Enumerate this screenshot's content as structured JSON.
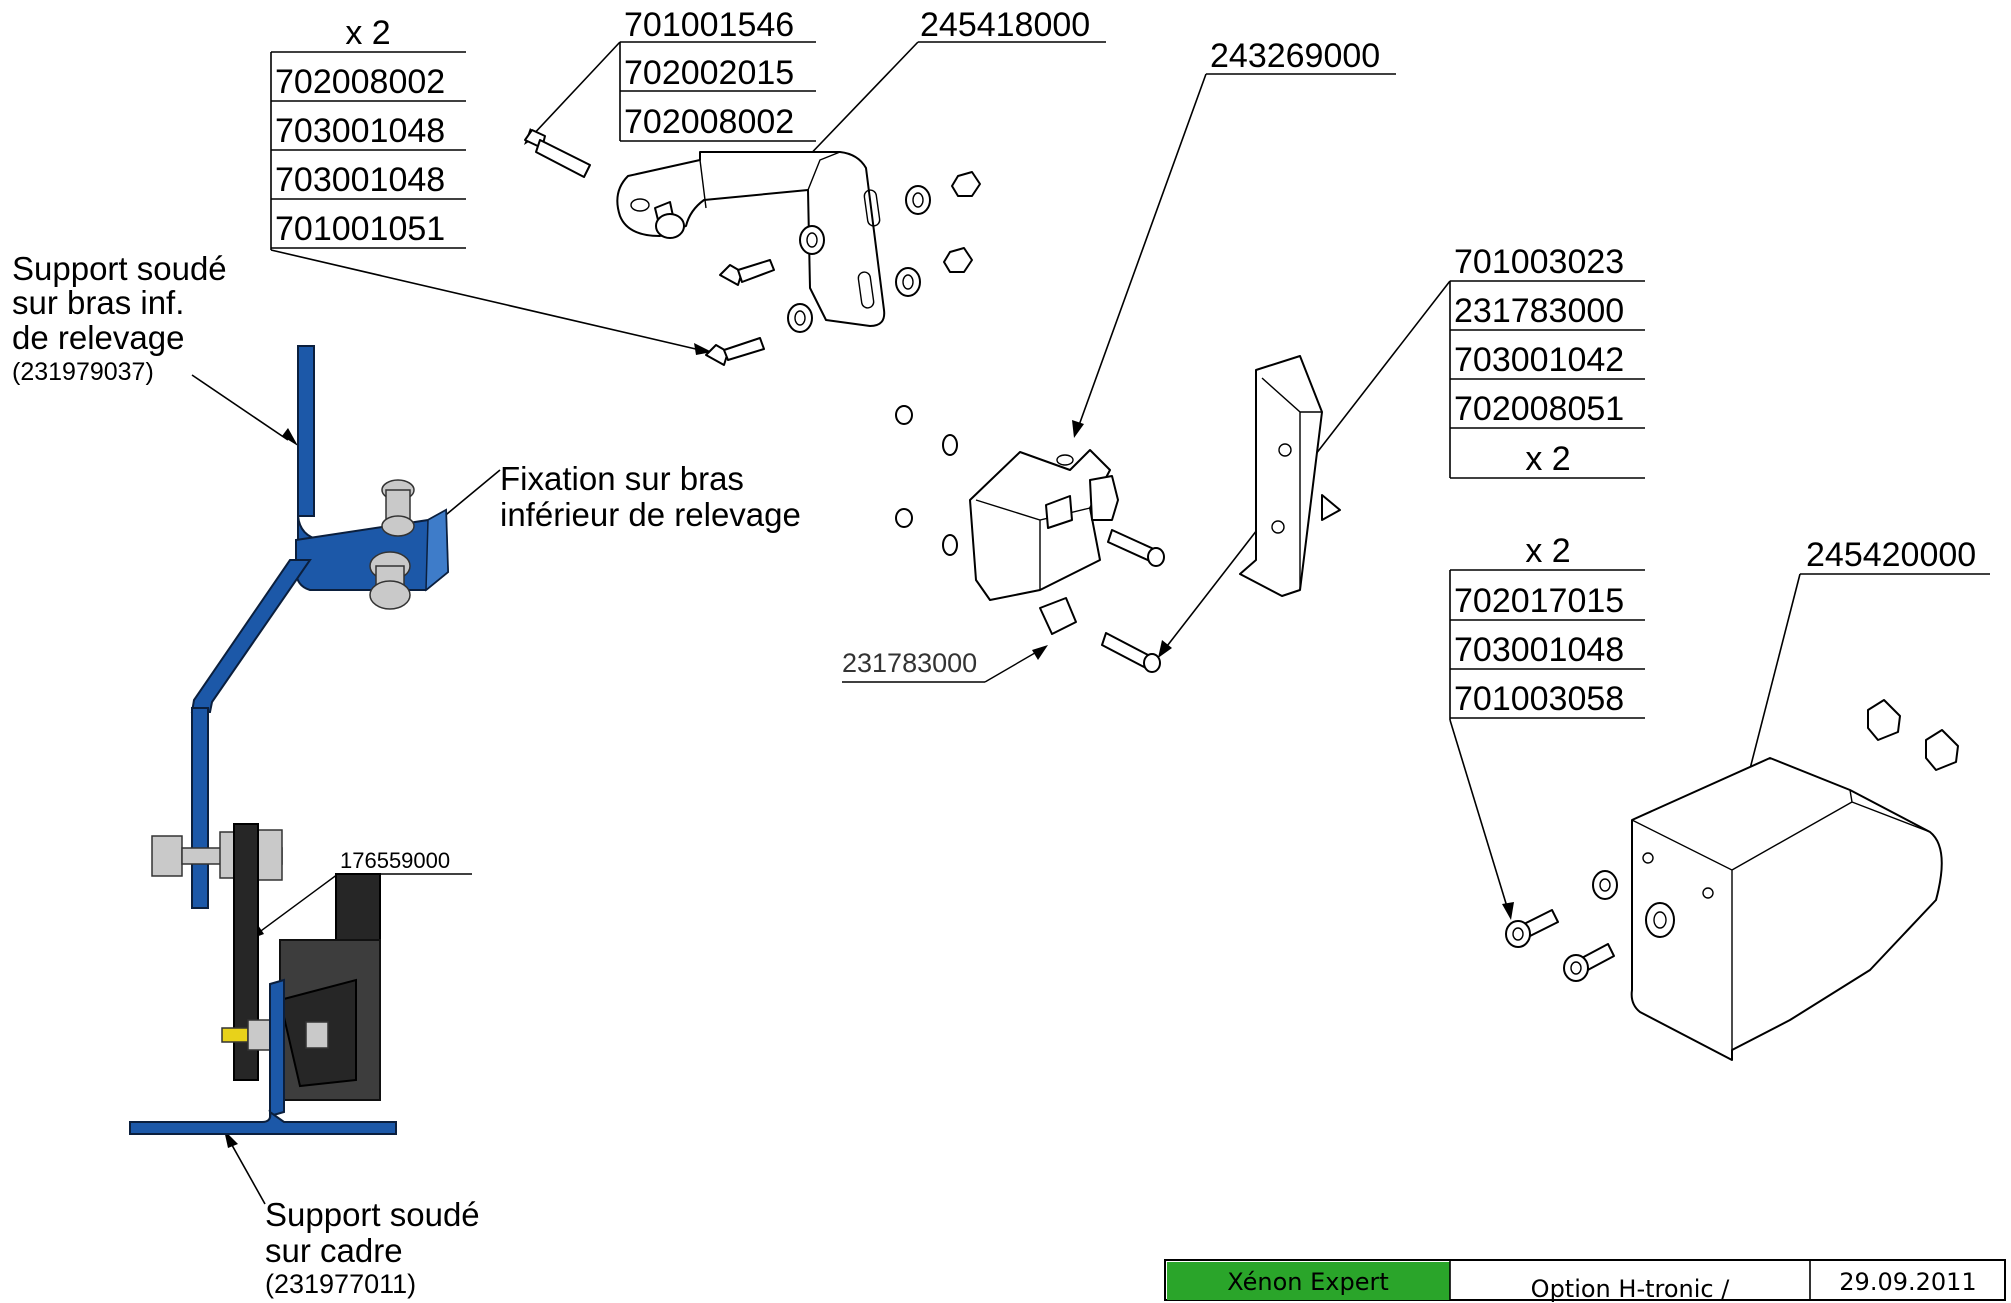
{
  "bom_tables": {
    "table_a": {
      "qty": "x 2",
      "items": [
        "702008002",
        "703001048",
        "703001048",
        "701001051"
      ]
    },
    "table_b": {
      "items": [
        "701001546",
        "702002015",
        "702008002"
      ]
    },
    "table_c": {
      "items": [
        "701003023",
        "231783000",
        "703001042",
        "702008051"
      ],
      "qty": "x 2"
    },
    "table_d": {
      "qty": "x 2",
      "items": [
        "702017015",
        "703001048",
        "701003058"
      ]
    }
  },
  "part_labels": {
    "bracket": "245418000",
    "sensor": "243269000",
    "cover": "245420000",
    "plate": "231783000",
    "stop": "176559000"
  },
  "annotations": {
    "support_arm": [
      "Support soudé",
      "sur bras inf.",
      "de relevage",
      "(231979037)"
    ],
    "fixation": [
      "Fixation sur bras",
      "inférieur de relevage"
    ],
    "support_frame": [
      "Support soudé",
      "sur cadre",
      "(231977011)"
    ]
  },
  "title_block": {
    "model": "Xénon Expert",
    "option": "Option H-tronic /",
    "date": "29.09.2011",
    "model_bg": "#2aa52a"
  }
}
